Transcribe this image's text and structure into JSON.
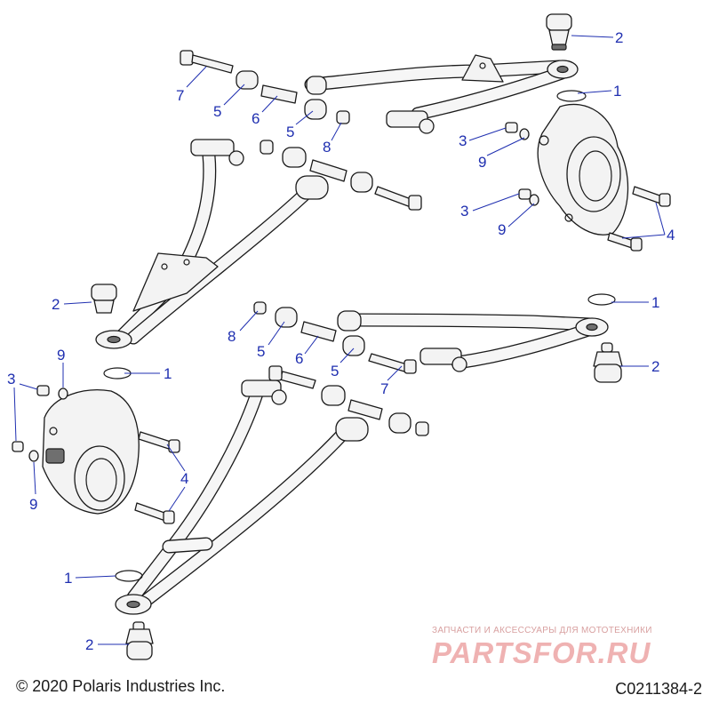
{
  "diagram": {
    "callouts": [
      {
        "id": "c-2-top",
        "text": "2"
      },
      {
        "id": "c-1-top",
        "text": "1"
      },
      {
        "id": "c-7-top",
        "text": "7"
      },
      {
        "id": "c-5-top-a",
        "text": "5"
      },
      {
        "id": "c-6-top",
        "text": "6"
      },
      {
        "id": "c-5-top-b",
        "text": "5"
      },
      {
        "id": "c-8-top",
        "text": "8"
      },
      {
        "id": "c-3-right-a",
        "text": "3"
      },
      {
        "id": "c-9-right-a",
        "text": "9"
      },
      {
        "id": "c-3-right-b",
        "text": "3"
      },
      {
        "id": "c-9-right-b",
        "text": "9"
      },
      {
        "id": "c-4-right",
        "text": "4"
      },
      {
        "id": "c-2-left",
        "text": "2"
      },
      {
        "id": "c-1-mid",
        "text": "1"
      },
      {
        "id": "c-8-mid",
        "text": "8"
      },
      {
        "id": "c-5-mid-a",
        "text": "5"
      },
      {
        "id": "c-6-mid",
        "text": "6"
      },
      {
        "id": "c-5-mid-b",
        "text": "5"
      },
      {
        "id": "c-2-mid",
        "text": "2"
      },
      {
        "id": "c-7-mid",
        "text": "7"
      },
      {
        "id": "c-9-left-a",
        "text": "9"
      },
      {
        "id": "c-3-left",
        "text": "3"
      },
      {
        "id": "c-1-left",
        "text": "1"
      },
      {
        "id": "c-4-left",
        "text": "4"
      },
      {
        "id": "c-9-left-b",
        "text": "9"
      },
      {
        "id": "c-1-bottom",
        "text": "1"
      },
      {
        "id": "c-2-bottom",
        "text": "2"
      }
    ]
  },
  "footer": {
    "copyright": "© 2020 Polaris Industries Inc.",
    "figure_code": "C0211384-2"
  },
  "watermark": {
    "tagline": "ЗАПЧАСТИ И АКСЕССУАРЫ ДЛЯ МОТОТЕХНИКИ",
    "logo_text": "PARTSFOR.RU"
  }
}
